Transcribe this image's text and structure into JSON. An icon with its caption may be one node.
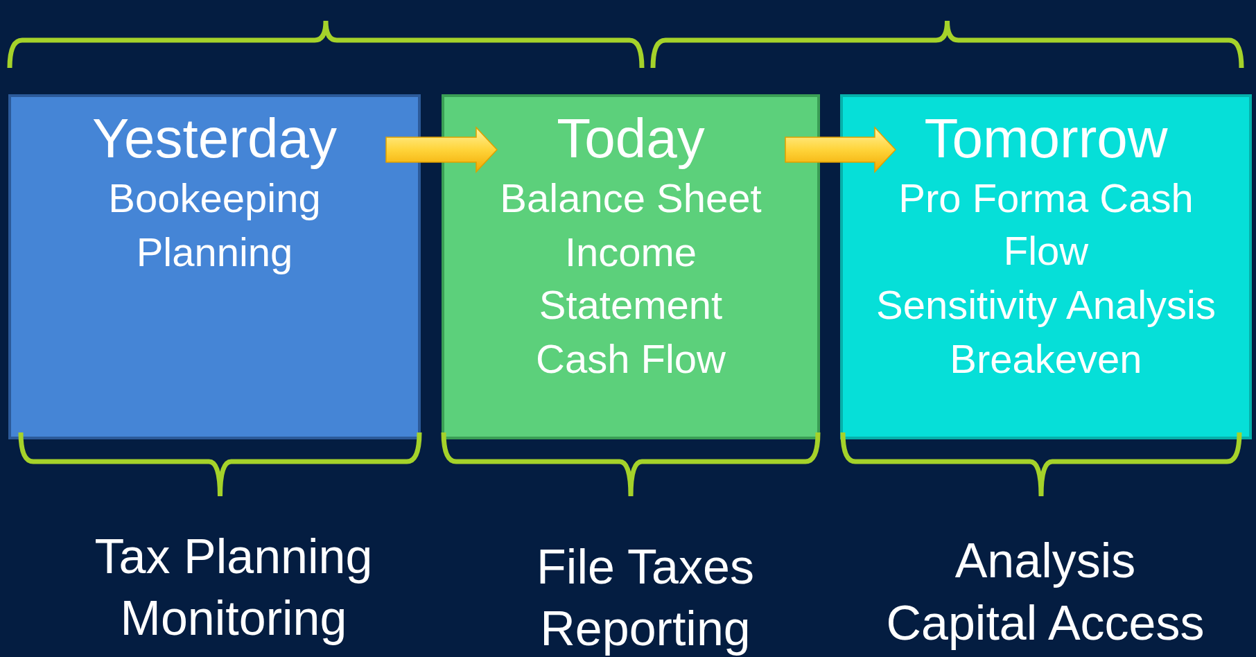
{
  "diagram": {
    "nodes": [
      {
        "text": [
          "Yesterday",
          "Bookeeping",
          "Planning"
        ]
      },
      {
        "text": [
          "Today",
          "Balance Sheet",
          "Income Statement",
          "Cash Flow"
        ]
      },
      {
        "text": [
          "Tomorrow",
          "Pro Forma Cash Flow",
          "Sensitivity Analysis",
          "Breakeven"
        ]
      }
    ],
    "edges": [
      {
        "from": 0,
        "to": 1,
        "arrow": "to"
      },
      {
        "from": 1,
        "to": 2,
        "arrow": "to"
      }
    ],
    "labels": [
      "Tax Planning",
      "Monitoring",
      "File Taxes",
      "Reporting",
      "Analysis",
      "Capital Access"
    ]
  }
}
